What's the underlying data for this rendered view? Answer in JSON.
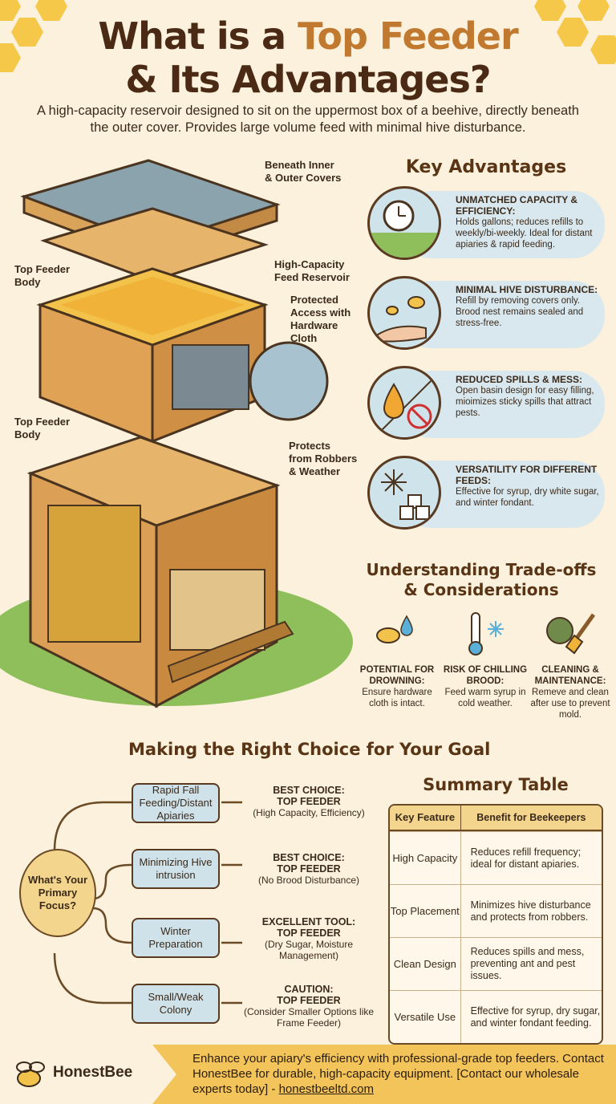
{
  "header": {
    "title_line1_a": "What is a ",
    "title_line1_b": "Top Feeder",
    "title_line2": "& Its Advantages?",
    "subtitle": "A high-capacity reservoir designed to sit on the uppermost box of a beehive, directly beneath the outer cover. Provides large volume feed with minimal hive disturbance."
  },
  "diagram": {
    "label_covers": "Beneath Inner\n& Outer Covers",
    "label_body1": "Top Feeder\nBody",
    "label_reservoir": "High-Capacity\nFeed Reservoir",
    "label_access": "Protected\nAccess with\nHardware\nCloth",
    "label_body2": "Top Feeder\nBody",
    "label_robbers": "Protects\nfrom Robbers\n& Weather"
  },
  "advantages": {
    "heading": "Key Advantages",
    "items": [
      {
        "title": "UNMATCHED CAPACITY & EFFICIENCY:",
        "text": "Holds gallons; reduces refills to weekly/bi-weekly. Ideal for distant apiaries & rapid feeding.",
        "icon": "clock-icon"
      },
      {
        "title": "MINIMAL HIVE DISTURBANCE:",
        "text": "Refill by removing covers only. Brood nest remains sealed and stress-free.",
        "icon": "bee-hand-icon"
      },
      {
        "title": "REDUCED SPILLS & MESS:",
        "text": "Open basin design for easy filling, mioimizes sticky spills that attract pests.",
        "icon": "drop-no-ant-icon"
      },
      {
        "title": "VERSATILITY FOR DIFFERENT FEEDS:",
        "text": "Effective for syrup, dry white sugar, and winter fondant.",
        "icon": "snowflake-sugar-icon"
      }
    ]
  },
  "tradeoffs": {
    "heading_line1": "Understanding Trade-offs",
    "heading_line2": "& Considerations",
    "items": [
      {
        "title": "POTENTIAL FOR DROWNING:",
        "text": "Ensure hardware cloth is intact."
      },
      {
        "title": "RISK OF CHILLING BROOD:",
        "text": "Feed warm syrup in cold weather."
      },
      {
        "title": "CLEANING & MAINTENANCE:",
        "text": "Remeve and clean after use to prevent mold."
      }
    ]
  },
  "choice": {
    "heading": "Making the Right Choice for Your Goal",
    "center": "What's Your Primary Focus?",
    "options": [
      {
        "focus": "Rapid Fall Feeding/Distant Apiaries",
        "verdict": "BEST CHOICE:",
        "product": "TOP FEEDER",
        "note": "(High Capacity, Efficiency)"
      },
      {
        "focus": "Minimizing Hive intrusion",
        "verdict": "BEST CHOICE:",
        "product": "TOP FEEDER",
        "note": "(No Brood Disturbance)"
      },
      {
        "focus": "Winter Preparation",
        "verdict": "EXCELLENT TOOL:",
        "product": "TOP FEEDER",
        "note": "(Dry Sugar, Moisture Management)"
      },
      {
        "focus": "Small/Weak Colony",
        "verdict": "CAUTION:",
        "product": "TOP FEEDER",
        "note": "(Consider Smaller Options like Frame Feeder)"
      }
    ]
  },
  "summary": {
    "heading": "Summary Table",
    "col1": "Key Feature",
    "col2": "Benefit for Beekeepers",
    "rows": [
      {
        "feature": "High Capacity",
        "benefit": "Reduces refill frequency; ideal for distant apiaries."
      },
      {
        "feature": "Top Placement",
        "benefit": "Minimizes hive disturbance and protects from robbers."
      },
      {
        "feature": "Clean Design",
        "benefit": "Reduces spills and mess, preventing ant and pest issues."
      },
      {
        "feature": "Versatile Use",
        "benefit": "Effective for syrup, dry sugar, and winter fondant feeding."
      }
    ]
  },
  "footer": {
    "brand": "HonestBee",
    "cta_text": "Enhance your apiary's efficiency with professional-grade top feeders. Contact HonestBee for durable, high-capacity equipment. [Contact our wholesale experts today] - ",
    "cta_link": "honestbeeltd.com"
  }
}
